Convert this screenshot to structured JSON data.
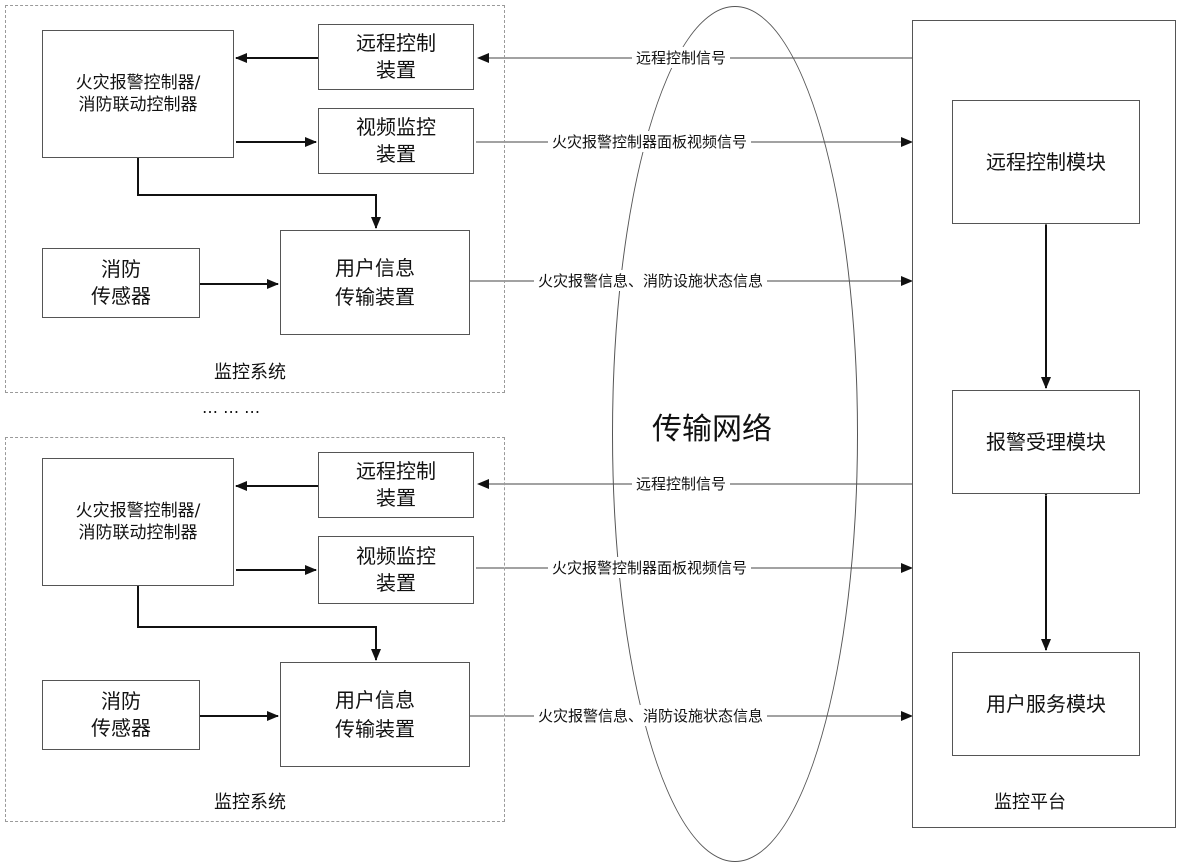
{
  "network": {
    "label": "传输网络"
  },
  "platform": {
    "label": "监控平台",
    "modules": [
      {
        "key": "remote",
        "label": "远程控制模块"
      },
      {
        "key": "alarm",
        "label": "报警受理模块"
      },
      {
        "key": "service",
        "label": "用户服务模块"
      }
    ]
  },
  "systems": [
    {
      "label": "监控系统",
      "controller": [
        "火灾报警控制器/",
        "消防联动控制器"
      ],
      "remote_device": [
        "远程控制",
        "装置"
      ],
      "video_device": [
        "视频监控",
        "装置"
      ],
      "sensor": [
        "消防",
        "传感器"
      ],
      "uit_device": [
        "用户信息",
        "传输装置"
      ],
      "signals": {
        "remote": "远程控制信号",
        "video": "火灾报警控制器面板视频信号",
        "info": "火灾报警信息、消防设施状态信息"
      }
    },
    {
      "label": "监控系统",
      "controller": [
        "火灾报警控制器/",
        "消防联动控制器"
      ],
      "remote_device": [
        "远程控制",
        "装置"
      ],
      "video_device": [
        "视频监控",
        "装置"
      ],
      "sensor": [
        "消防",
        "传感器"
      ],
      "uit_device": [
        "用户信息",
        "传输装置"
      ],
      "signals": {
        "remote": "远程控制信号",
        "video": "火灾报警控制器面板视频信号",
        "info": "火灾报警信息、消防设施状态信息"
      }
    }
  ],
  "ellipsis": "… … …"
}
